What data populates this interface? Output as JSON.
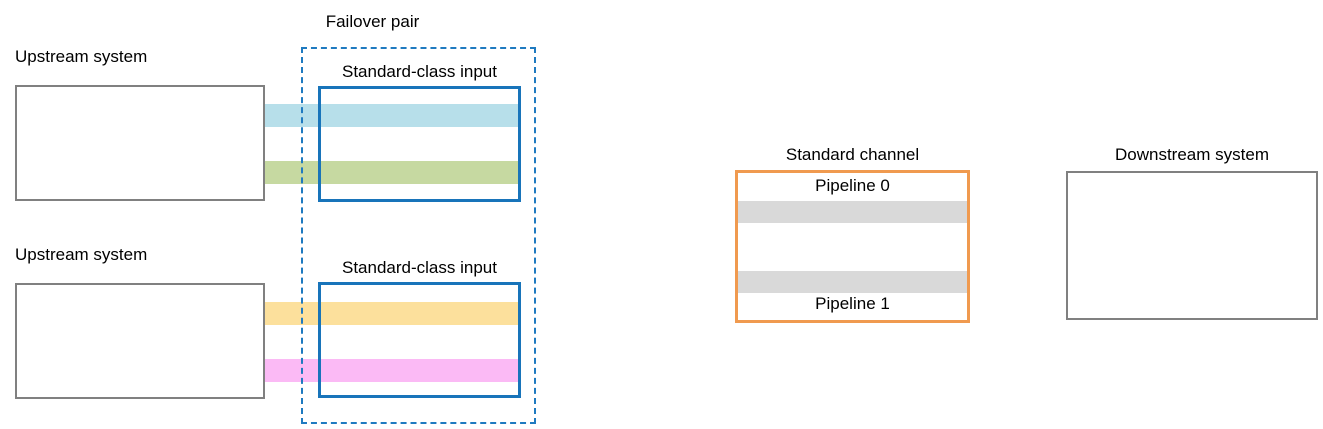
{
  "diagram": {
    "title_group": "Failover pair",
    "colors": {
      "system_border": "#808080",
      "input_border": "#1874ba",
      "group_border": "#1f7ac0",
      "channel_border": "#f09a4f",
      "band_blue": "#b7dfea",
      "band_green": "#c6d9a1",
      "band_yellow": "#fce09c",
      "band_pink": "#fbbaf5",
      "pipeline_band": "#d9d9d9"
    },
    "upstream": [
      {
        "label": "Upstream system"
      },
      {
        "label": "Upstream system"
      }
    ],
    "inputs": [
      {
        "label": "Standard-class input"
      },
      {
        "label": "Standard-class input"
      }
    ],
    "channel": {
      "label": "Standard channel",
      "pipelines": [
        {
          "label": "Pipeline 0"
        },
        {
          "label": "Pipeline 1"
        }
      ]
    },
    "downstream": {
      "label": "Downstream system"
    }
  }
}
